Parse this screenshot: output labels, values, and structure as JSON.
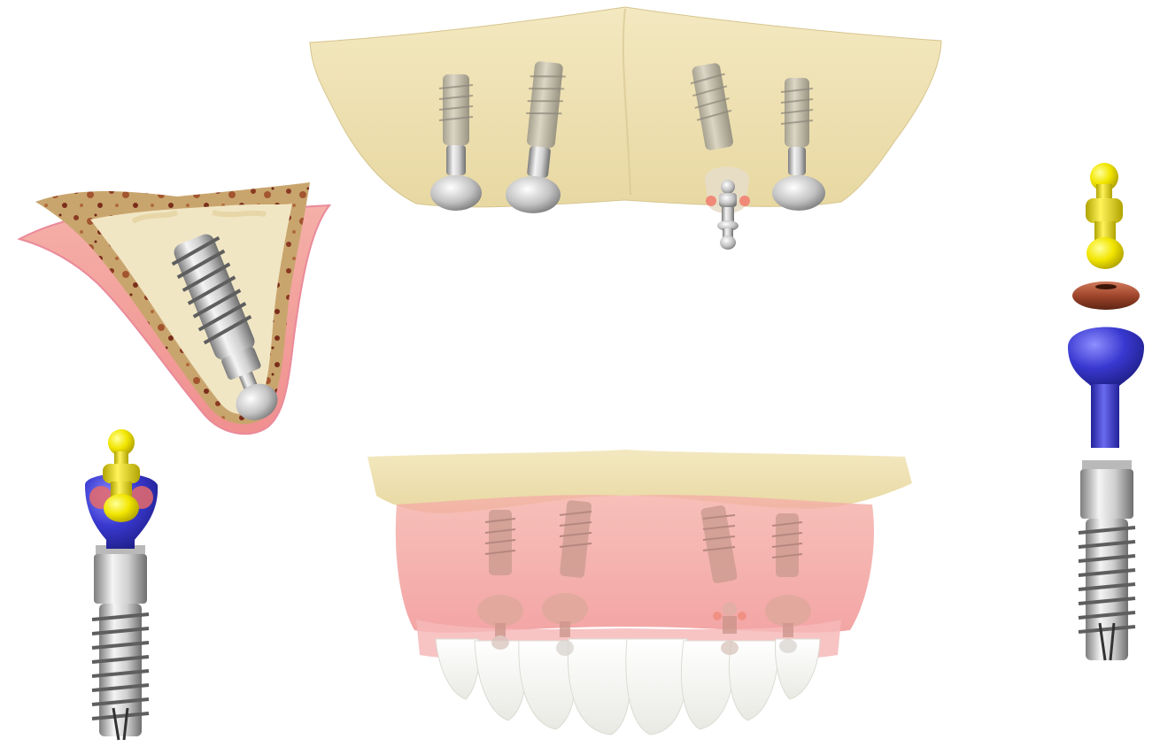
{
  "scene": {
    "background": "#ffffff",
    "colors": {
      "bone": "#efe2b4",
      "bone_shade": "#d9c78f",
      "gum": "#f3a4a0",
      "gum_edge": "#f08c98",
      "cancellous": "#c8a36a",
      "cancellous_dark": "#8a3a22",
      "titanium": "#c9c9c9",
      "titanium_dark": "#8d8d8d",
      "attachment_yellow": "#f2e600",
      "housing_blue": "#3838d0",
      "o_ring_brown": "#a0462c",
      "retention_ring_red": "#e56a6a",
      "tooth": "#f6f6f3"
    },
    "panels": [
      {
        "id": "upper-jaw-implants-no-denture",
        "icons": [
          "bone-icon",
          "implant-icon",
          "ball-abutment-icon",
          "locator-icon"
        ]
      },
      {
        "id": "bone-cross-section-with-implant",
        "icons": [
          "bone-section-icon",
          "implant-icon",
          "ball-abutment-icon"
        ]
      },
      {
        "id": "assembled-attachment-implant",
        "icons": [
          "locator-icon",
          "housing-icon",
          "implant-icon"
        ]
      },
      {
        "id": "upper-jaw-with-overdenture",
        "icons": [
          "bone-icon",
          "denture-icon",
          "tooth-icon",
          "implant-icon"
        ]
      },
      {
        "id": "exploded-attachment-implant",
        "icons": [
          "locator-icon",
          "o-ring-icon",
          "housing-icon",
          "implant-icon"
        ]
      }
    ]
  }
}
